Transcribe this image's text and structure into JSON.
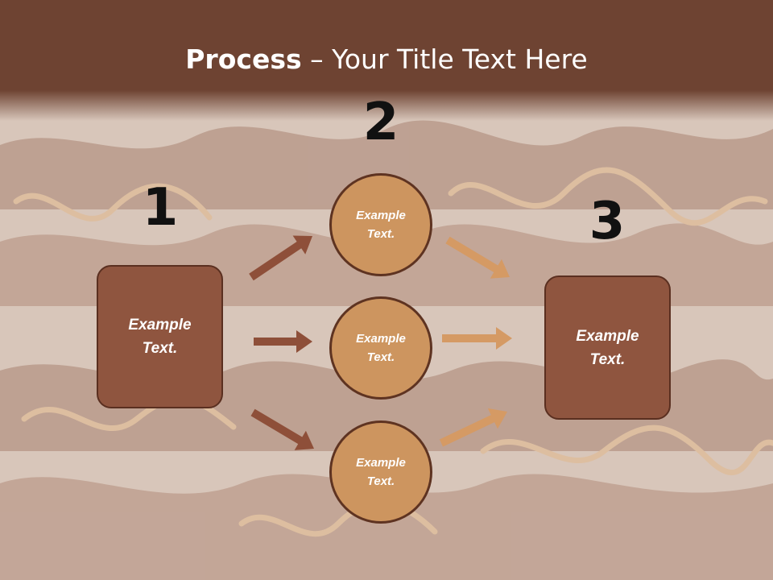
{
  "slide": {
    "title_bold": "Process",
    "title_rest": " – Your Title Text Here",
    "step_numbers": [
      "1",
      "2",
      "3"
    ],
    "left_box": "Example\nText.",
    "circles": [
      "Example\nText.",
      "Example\nText.",
      "Example\nText."
    ],
    "right_box": "Example\nText."
  },
  "colors": {
    "header_band": "#6e4332",
    "box_fill": "#8f553f",
    "circle_fill": "#cd955f",
    "arrow_left": "#8e4f39",
    "arrow_right": "#d59a64",
    "text_dark": "#111111"
  }
}
